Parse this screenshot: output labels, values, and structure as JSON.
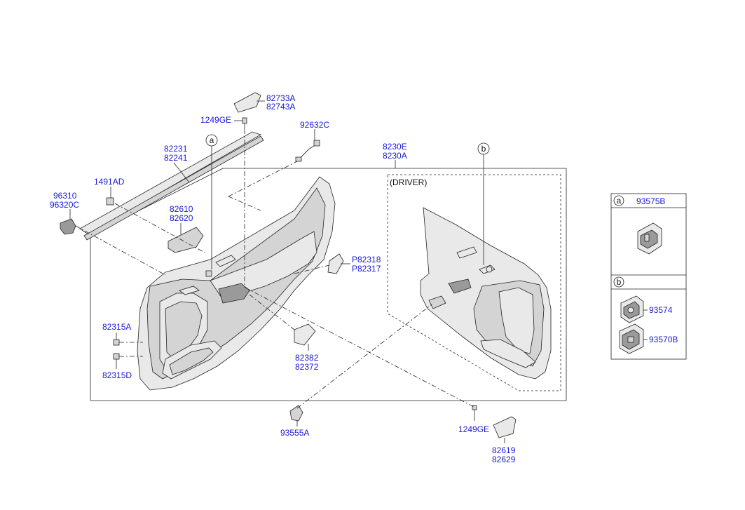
{
  "labels": {
    "p82733A": "82733A",
    "p82743A": "82743A",
    "p1249GE_top": "1249GE",
    "p92632C": "92632C",
    "p82231": "82231",
    "p82241": "82241",
    "p8230E": "8230E",
    "p8230A": "8230A",
    "p1491AD": "1491AD",
    "p96310": "96310",
    "p96320C": "96320C",
    "p82610": "82610",
    "p82620": "82620",
    "pP82318": "P82318",
    "pP82317": "P82317",
    "p82315A": "82315A",
    "p82315D": "82315D",
    "p82382": "82382",
    "p82372": "82372",
    "p93555A": "93555A",
    "p1249GE_bot": "1249GE",
    "p82619": "82619",
    "p82629": "82629",
    "driver": "(DRIVER)",
    "callout_a": "a",
    "callout_b": "b"
  },
  "legend": {
    "a_letter": "a",
    "a_part": "93575B",
    "b_letter": "b",
    "b_part1": "93574",
    "b_part2": "93570B"
  }
}
